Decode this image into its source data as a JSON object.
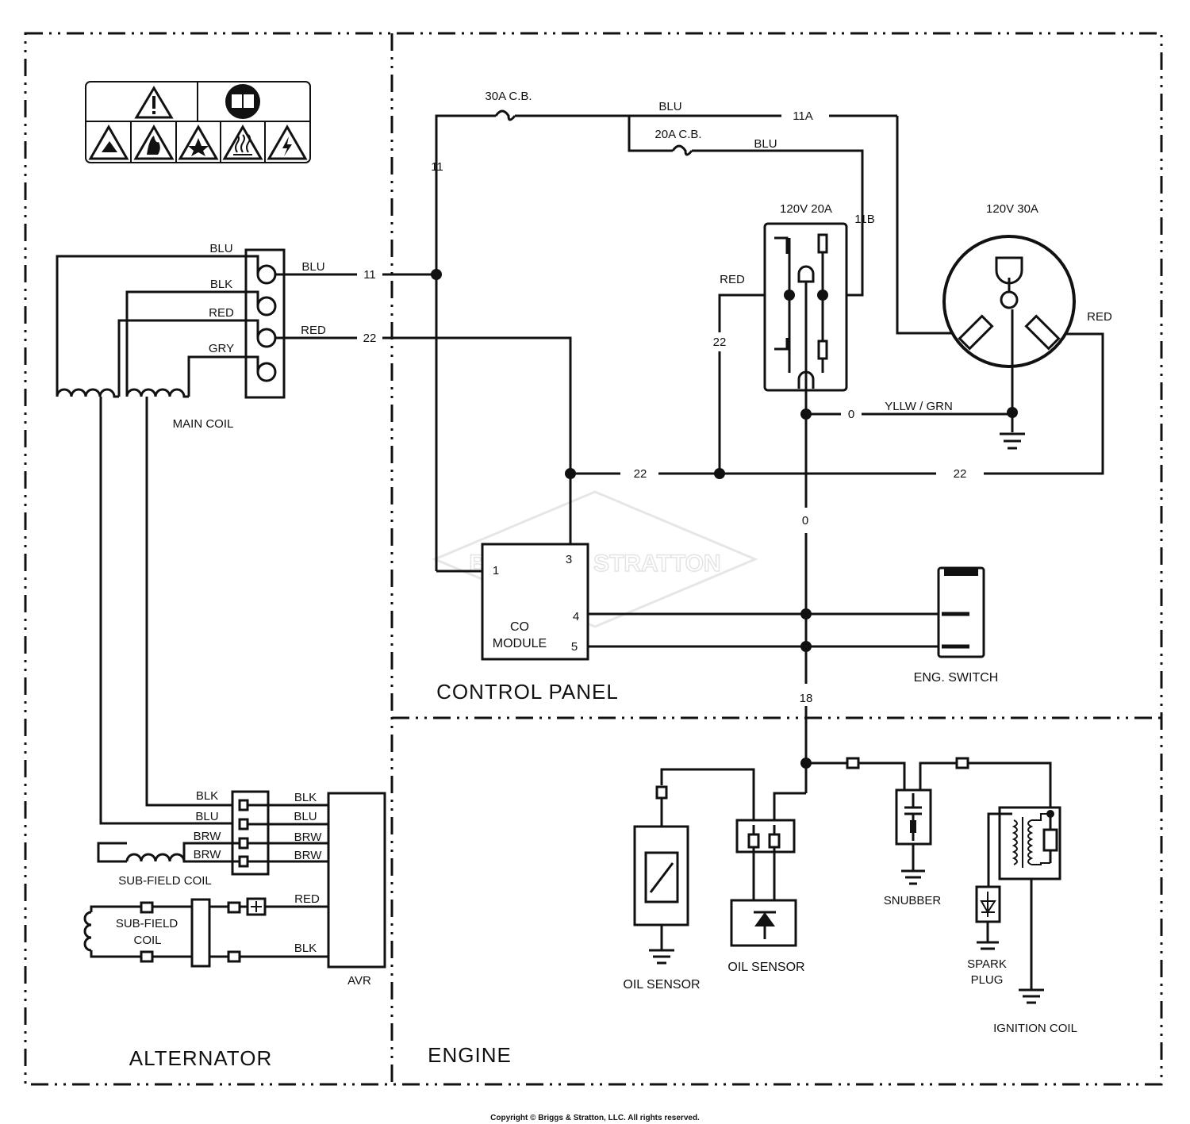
{
  "sections": {
    "alternator": "ALTERNATOR",
    "control_panel": "CONTROL PANEL",
    "engine": "ENGINE"
  },
  "watermark": "BRIGGS & STRATTON",
  "copyright": "Copyright © Briggs & Stratton, LLC. All rights reserved.",
  "warning_icons": [
    "warning-triangle-icon",
    "read-manual-icon",
    "poison-gas-icon",
    "fire-icon",
    "explosion-icon",
    "hot-surface-icon",
    "shock-icon"
  ],
  "labels": {
    "cb30": "30A C.B.",
    "cb20": "20A C.B.",
    "blu_top": "BLU",
    "blu_mid": "BLU",
    "w11a": "11A",
    "w11_vert": "11",
    "w11b": "11B",
    "outlet20": "120V 20A",
    "outlet30": "120V 30A",
    "red_outlet20": "RED",
    "w22_outlet20": "22",
    "red_outlet30": "RED",
    "w0_gnd": "0",
    "yllw_grn": "YLLW  /  GRN",
    "w22_a": "22",
    "w22_b": "22",
    "w0_vert": "0",
    "w18": "18",
    "term_blu": "BLU",
    "term_blk": "BLK",
    "term_red": "RED",
    "term_gry": "GRY",
    "out_blu": "BLU",
    "out_11": "11",
    "out_red": "RED",
    "out_22": "22",
    "main_coil": "MAIN COIL",
    "co_pin1": "1",
    "co_pin3": "3",
    "co_pin4": "4",
    "co_pin5": "5",
    "co_line1": "CO",
    "co_line2": "MODULE",
    "eng_switch": "ENG. SWITCH",
    "avr_l_blk": "BLK",
    "avr_l_blu": "BLU",
    "avr_l_brw1": "BRW",
    "avr_l_brw2": "BRW",
    "avr_r_blk": "BLK",
    "avr_r_blu": "BLU",
    "avr_r_brw1": "BRW",
    "avr_r_brw2": "BRW",
    "sub_field_coil": "SUB-FIELD COIL",
    "sub_field_coil2_l1": "SUB-FIELD",
    "sub_field_coil2_l2": "COIL",
    "avr_red": "RED",
    "avr_blk": "BLK",
    "avr": "AVR",
    "oil_sensor1": "OIL SENSOR",
    "oil_sensor2": "OIL SENSOR",
    "snubber": "SNUBBER",
    "spark_l1": "SPARK",
    "spark_l2": "PLUG",
    "ignition_coil": "IGNITION COIL"
  }
}
